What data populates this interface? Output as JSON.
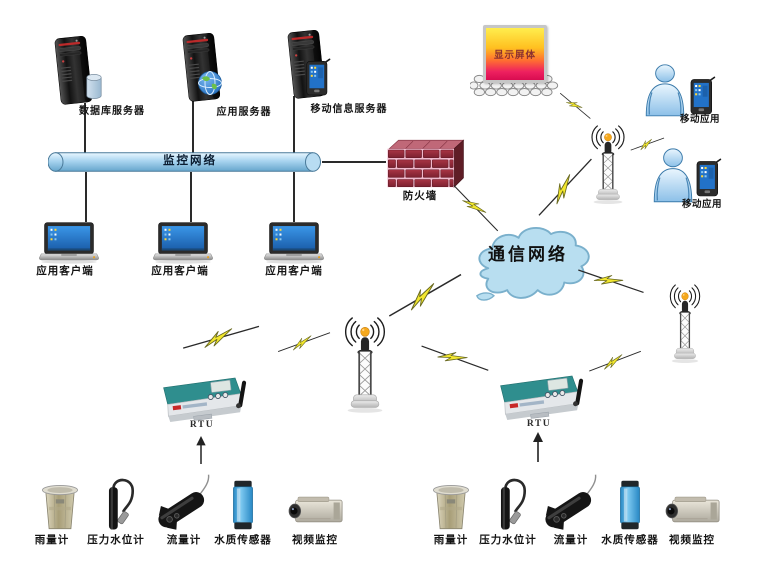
{
  "diagram": {
    "servers": [
      {
        "label": "数据库服务器",
        "icon": "database-cylinder-icon"
      },
      {
        "label": "应用服务器",
        "icon": "globe-icon"
      },
      {
        "label": "移动信息服务器",
        "icon": "pda-icon"
      }
    ],
    "bus": {
      "label": "监控网络"
    },
    "clients": [
      {
        "label": "应用客户端"
      },
      {
        "label": "应用客户端"
      },
      {
        "label": "应用客户端"
      }
    ],
    "firewall": {
      "label": "防火墙"
    },
    "display_board": {
      "label": "显示屏体"
    },
    "cloud": {
      "label": "通信网络"
    },
    "mobile_users": [
      {
        "label": "移动应用"
      },
      {
        "label": "移动应用"
      }
    ],
    "rtus": [
      {
        "label": "RTU"
      },
      {
        "label": "RTU"
      }
    ],
    "sensor_groups": [
      {
        "sensors": [
          {
            "label": "雨量计",
            "icon": "rain-gauge-icon"
          },
          {
            "label": "压力水位计",
            "icon": "water-level-meter-icon"
          },
          {
            "label": "流量计",
            "icon": "flow-meter-icon"
          },
          {
            "label": "水质传感器",
            "icon": "water-quality-sensor-icon"
          },
          {
            "label": "视频监控",
            "icon": "video-camera-icon"
          }
        ]
      },
      {
        "sensors": [
          {
            "label": "雨量计",
            "icon": "rain-gauge-icon"
          },
          {
            "label": "压力水位计",
            "icon": "water-level-meter-icon"
          },
          {
            "label": "流量计",
            "icon": "flow-meter-icon"
          },
          {
            "label": "水质传感器",
            "icon": "water-quality-sensor-icon"
          },
          {
            "label": "视频监控",
            "icon": "video-camera-icon"
          }
        ]
      }
    ],
    "colors": {
      "bolt_yellow": "#f2e72e",
      "cloud_fill": "#b8def0",
      "bus_fill": "#9ccfee",
      "brick_red": "#8f2a38",
      "screen_top": "#ffee4e",
      "screen_bottom": "#d80c50",
      "tower_ball": "#f5a81c",
      "person_blue": "#a8d4f0",
      "rtu_teal": "#2f8e8e"
    }
  }
}
